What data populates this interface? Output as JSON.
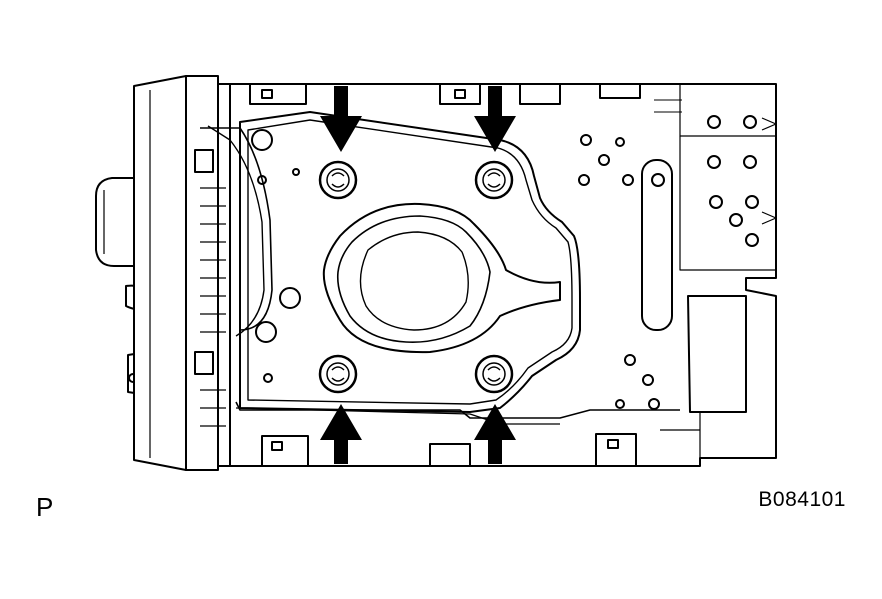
{
  "view_letter": "P",
  "figure_code": "B084101",
  "colors": {
    "line": "#000000",
    "background": "#ffffff"
  },
  "parts": {
    "bolts": [
      {
        "id": "top-left",
        "arrow_direction": "down"
      },
      {
        "id": "top-right",
        "arrow_direction": "down"
      },
      {
        "id": "bottom-left",
        "arrow_direction": "up"
      },
      {
        "id": "bottom-right",
        "arrow_direction": "up"
      }
    ]
  }
}
